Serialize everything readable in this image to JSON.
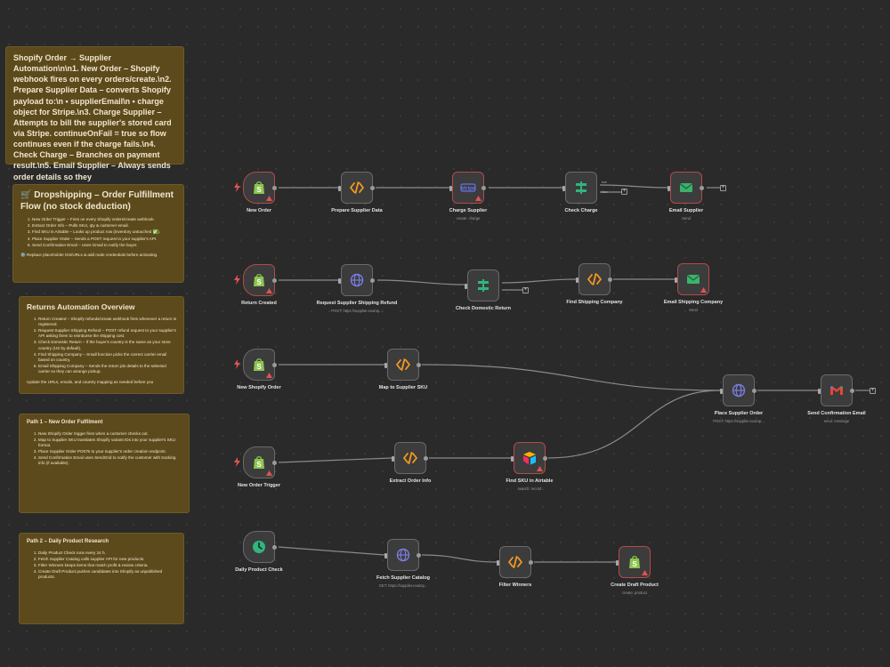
{
  "notes": {
    "summary": {
      "text": "Shopify Order → Supplier Automation\\n\\n1. New Order – Shopify webhook fires on every orders/create.\\n2. Prepare Supplier Data – converts Shopify payload to:\\n • supplierEmail\\n • charge object for Stripe.\\n3. Charge Supplier – Attempts to bill the supplier's stored card via Stripe. continueOnFail = true so flow continues even if the charge fails.\\n4. Check Charge – Branches on payment result.\\n5. Email Supplier – Always sends order details so they"
    },
    "dropship": {
      "title": "🛒 Dropshipping – Order Fulfillment Flow (no stock deduction)",
      "items": [
        "New Order Trigger – Fires on every Shopify orders/create webhook.",
        "Extract Order Info – Pulls SKU, qty & customer email.",
        "Find SKU in Airtable – Looks up product row (inventory untouched ✅).",
        "Place Supplier Order – Sends a POST request to your supplier's API.",
        "Send Confirmation Email – Uses Gmail to notify the buyer."
      ],
      "footer": "⚙️ Replace placeholder IDs/URLs & add node credentials before activating."
    },
    "returns": {
      "title": "Returns Automation Overview",
      "items": [
        "Return Created – Shopify refunds/create webhook fires whenever a return is registered.",
        "Request Supplier Shipping Refund – POST refund request to your supplier's API asking them to reimburse the shipping cost.",
        "Check Domestic Return – If the buyer's country is the same as your store country (US by default).",
        "Find Shipping Company – Small function picks the correct carrier email based on country.",
        "Email Shipping Company – Sends the return job details to the selected carrier so they can arrange pickup."
      ],
      "footer": "Update the URLs, emails, and country mapping as needed before you"
    },
    "path1": {
      "title": "Path 1 – New Order Fulfilment",
      "items": [
        "New Shopify Order trigger fires when a customer checks out.",
        "Map to Supplier SKU translates Shopify variant IDs into your supplier's SKU format.",
        "Place Supplier Order POSTs to your supplier's order creation endpoint.",
        "Send Confirmation Email uses SendGrid to notify the customer with tracking info (if available)."
      ]
    },
    "path2": {
      "title": "Path 2 – Daily Product Research",
      "items": [
        "Daily Product Check runs every 24 h.",
        "Fetch Supplier Catalog calls supplier API for new products.",
        "Filter Winners keeps items that match profit & review criteria.",
        "Create Draft Product pushes candidates into Shopify as unpublished products."
      ]
    }
  },
  "nodes": {
    "new_order": {
      "label": "New Order",
      "icon": "shopify-icon"
    },
    "prepare_supplier_data": {
      "label": "Prepare Supplier Data",
      "icon": "code-icon"
    },
    "charge_supplier": {
      "label": "Charge Supplier",
      "sub": "create: charge",
      "icon": "stripe-icon"
    },
    "check_charge": {
      "label": "Check Charge",
      "icon": "if-icon",
      "true_label": "true",
      "false_label": "false"
    },
    "email_supplier": {
      "label": "Email Supplier",
      "sub": "Send",
      "icon": "email-icon"
    },
    "return_created": {
      "label": "Return Created",
      "icon": "shopify-icon"
    },
    "request_refund": {
      "label": "Request Supplier Shipping Refund",
      "sub": "POST: https://supplier.examp...",
      "icon": "globe-icon"
    },
    "check_domestic": {
      "label": "Check Domestic Return",
      "icon": "if-icon"
    },
    "find_shipping": {
      "label": "Find Shipping Company",
      "icon": "code-icon"
    },
    "email_shipping": {
      "label": "Email Shipping Company",
      "sub": "Send",
      "icon": "email-icon"
    },
    "new_shopify_order": {
      "label": "New Shopify Order",
      "icon": "shopify-icon"
    },
    "map_sku": {
      "label": "Map to Supplier SKU",
      "icon": "code-icon"
    },
    "place_order": {
      "label": "Place Supplier Order",
      "sub": "POST: https://supplier.examp...",
      "icon": "globe-icon"
    },
    "send_confirmation": {
      "label": "Send Confirmation Email",
      "sub": "send: message",
      "icon": "gmail-icon"
    },
    "new_order_trigger": {
      "label": "New Order Trigger",
      "icon": "shopify-icon"
    },
    "extract_order": {
      "label": "Extract Order Info",
      "icon": "code-icon"
    },
    "find_sku": {
      "label": "Find SKU in Airtable",
      "sub": "search: record",
      "icon": "airtable-icon"
    },
    "daily_check": {
      "label": "Daily Product Check",
      "icon": "clock-icon"
    },
    "fetch_catalog": {
      "label": "Fetch Supplier Catalog",
      "sub": "GET: https://supplier.examp...",
      "icon": "globe-icon"
    },
    "filter_winners": {
      "label": "Filter Winners",
      "icon": "code-icon"
    },
    "create_draft": {
      "label": "Create Draft Product",
      "sub": "create: product",
      "icon": "shopify-icon"
    }
  },
  "colors": {
    "canvas": "#2a2a2a",
    "note_bg": "#5c4a1c",
    "node_bg": "#3c3c3c",
    "error_border": "#b34a4a",
    "wire": "#8a8a8a",
    "shopify": "#8cc54f",
    "code": "#f39a1f",
    "stripe": "#6772e5",
    "if_green": "#2eb67d",
    "email_green": "#3bb26c",
    "globe": "#7a7de0"
  }
}
